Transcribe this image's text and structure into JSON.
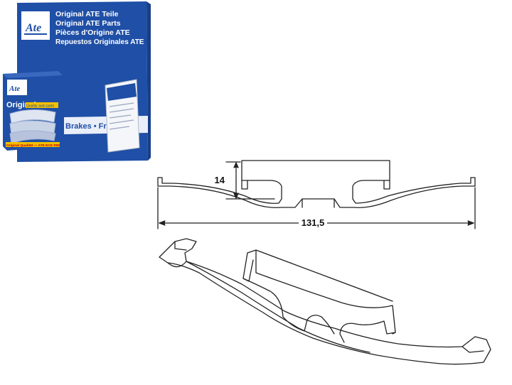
{
  "colors": {
    "box_blue": "#1f4fa6",
    "box_blue_dark": "#173f8a",
    "line": "#222222",
    "background": "#ffffff"
  },
  "package": {
    "logo": "Ate",
    "lines": [
      "Original ATE Teile",
      "Original ATE Parts",
      "Pièces d'Origine ATE",
      "Repuestos Originales ATE"
    ],
    "band_text": "Brakes • Fre",
    "pad_box": {
      "logo": "Ate",
      "title": "Original",
      "subtitle": "Quality auto parts",
      "footer": "Original Qualität — ATE ECE R90"
    }
  },
  "dimensions": {
    "height": "14",
    "length": "131,5"
  },
  "icons": [
    "ate-logo-icon",
    "brake-pad-icon",
    "leaflet-icon"
  ]
}
